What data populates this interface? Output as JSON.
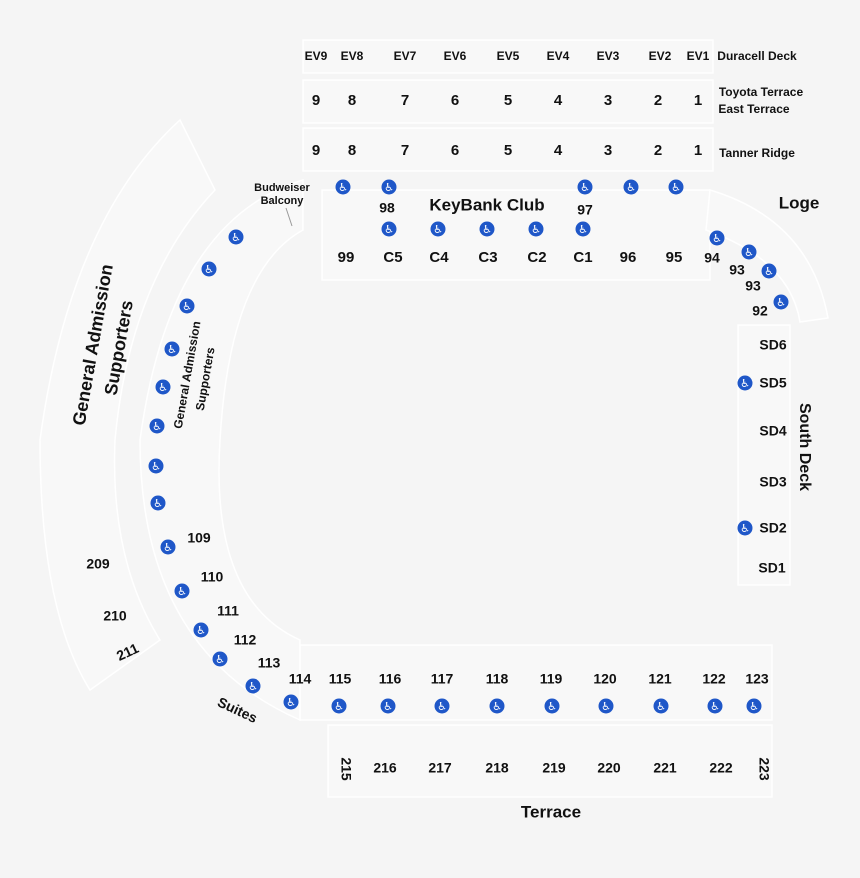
{
  "areas": {
    "duracell_deck": "Duracell Deck",
    "toyota_terrace": "Toyota Terrace",
    "east_terrace": "East Terrace",
    "tanner_ridge": "Tanner Ridge",
    "budweiser_1": "Budweiser",
    "budweiser_2": "Balcony",
    "keybank_club": "KeyBank Club",
    "loge": "Loge",
    "south_deck": "South Deck",
    "ga_outer_1": "General Admission",
    "ga_outer_2": "Supporters",
    "ga_inner_1": "General Admission",
    "ga_inner_2": "Supporters",
    "suites": "Suites",
    "terrace": "Terrace"
  },
  "sections": {
    "ev": [
      "EV9",
      "EV8",
      "EV7",
      "EV6",
      "EV5",
      "EV4",
      "EV3",
      "EV2",
      "EV1"
    ],
    "toyota": [
      "9",
      "8",
      "7",
      "6",
      "5",
      "4",
      "3",
      "2",
      "1"
    ],
    "tanner": [
      "9",
      "8",
      "7",
      "6",
      "5",
      "4",
      "3",
      "2",
      "1"
    ],
    "club_top": [
      "98",
      "97"
    ],
    "club_row": [
      "99",
      "C5",
      "C4",
      "C3",
      "C2",
      "C1",
      "96",
      "95"
    ],
    "loge": [
      "94",
      "93",
      "93",
      "92"
    ],
    "south": [
      "SD6",
      "SD5",
      "SD4",
      "SD3",
      "SD2",
      "SD1"
    ],
    "lower_curve": [
      "109",
      "110",
      "111",
      "112",
      "113"
    ],
    "upper_curve": [
      "209",
      "210",
      "211"
    ],
    "lower_south": [
      "114",
      "115",
      "116",
      "117",
      "118",
      "119",
      "120",
      "121",
      "122",
      "123"
    ],
    "terrace": [
      "215",
      "216",
      "217",
      "218",
      "219",
      "220",
      "221",
      "222",
      "223"
    ]
  },
  "accessibility_icon": "wheelchair-icon",
  "colors": {
    "background": "#f5f5f5",
    "accessible": "#1f57c8",
    "section_line": "#ffffff",
    "text": "#111111"
  }
}
